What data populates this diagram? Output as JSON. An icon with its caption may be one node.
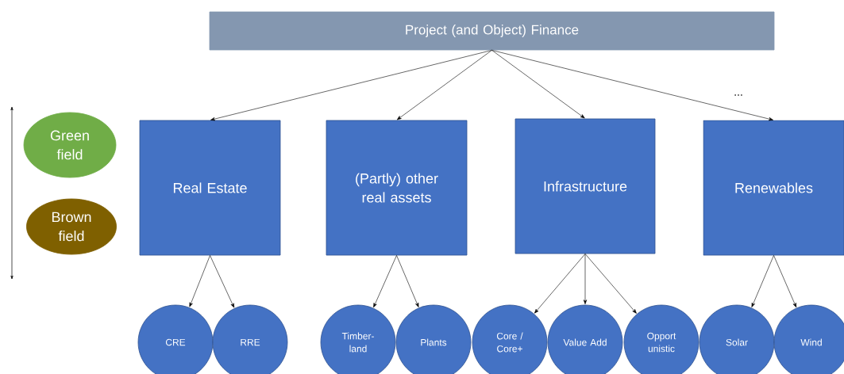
{
  "diagram": {
    "nodes": [
      {
        "text": [
          "Project (and Object) Finance"
        ]
      },
      {
        "text": [
          "Real Estate"
        ]
      },
      {
        "text": [
          "(Partly) other real assets"
        ]
      },
      {
        "text": [
          "Infrastructure"
        ]
      },
      {
        "text": [
          "Renewables"
        ]
      },
      {
        "text": [
          "Green field"
        ]
      },
      {
        "text": [
          "Brown field"
        ]
      },
      {
        "text": [
          "CRE"
        ]
      },
      {
        "text": [
          "RRE"
        ]
      },
      {
        "text": [
          "Timber- land"
        ]
      },
      {
        "text": [
          "Plants"
        ]
      },
      {
        "text": [
          "Core / Core+"
        ]
      },
      {
        "text": [
          "Value Add"
        ]
      },
      {
        "text": [
          "Opport unistic"
        ]
      },
      {
        "text": [
          "Solar"
        ]
      },
      {
        "text": [
          "Wind"
        ]
      }
    ],
    "edges": [
      {
        "from": 0,
        "to": 1,
        "arrow": "to"
      },
      {
        "from": 0,
        "to": 2,
        "arrow": "to"
      },
      {
        "from": 0,
        "to": 3,
        "arrow": "to"
      },
      {
        "from": 0,
        "to": 4,
        "arrow": "to"
      },
      {
        "from": 1,
        "to": 7,
        "arrow": "to"
      },
      {
        "from": 1,
        "to": 8,
        "arrow": "to"
      },
      {
        "from": 2,
        "to": 9,
        "arrow": "to"
      },
      {
        "from": 2,
        "to": 10,
        "arrow": "to"
      },
      {
        "from": 3,
        "to": 11,
        "arrow": "to"
      },
      {
        "from": 3,
        "to": 12,
        "arrow": "to"
      },
      {
        "from": 3,
        "to": 13,
        "arrow": "to"
      },
      {
        "from": 4,
        "to": 14,
        "arrow": "to"
      },
      {
        "from": 4,
        "to": 15,
        "arrow": "to"
      }
    ],
    "labels": [
      "..."
    ]
  }
}
